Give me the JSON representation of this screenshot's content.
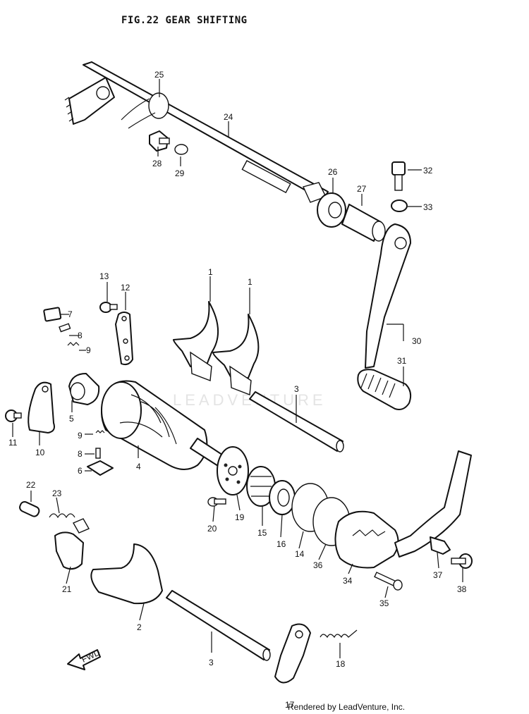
{
  "header": {
    "title": "FIG.22  GEAR SHIFTING"
  },
  "footer": {
    "credit": "Rendered by LeadVenture, Inc."
  },
  "watermark": "LEADVENTURE",
  "callouts": {
    "p1a": "1",
    "p1b": "1",
    "p2": "2",
    "p3a": "3",
    "p3b": "3",
    "p4": "4",
    "p5": "5",
    "p6": "6",
    "p7": "7",
    "p8a": "8",
    "p8b": "8",
    "p9a": "9",
    "p9b": "9",
    "p10": "10",
    "p11": "11",
    "p12": "12",
    "p13": "13",
    "p14": "14",
    "p15": "15",
    "p16": "16",
    "p17": "17",
    "p18": "18",
    "p19": "19",
    "p20": "20",
    "p21": "21",
    "p22": "22",
    "p23": "23",
    "p24": "24",
    "p25": "25",
    "p26": "26",
    "p27": "27",
    "p28": "28",
    "p29": "29",
    "p30": "30",
    "p31": "31",
    "p32": "32",
    "p33": "33",
    "p34": "34",
    "p35": "35",
    "p36": "36",
    "p37": "37",
    "p38": "38"
  },
  "fwd_arrow": "FWD"
}
